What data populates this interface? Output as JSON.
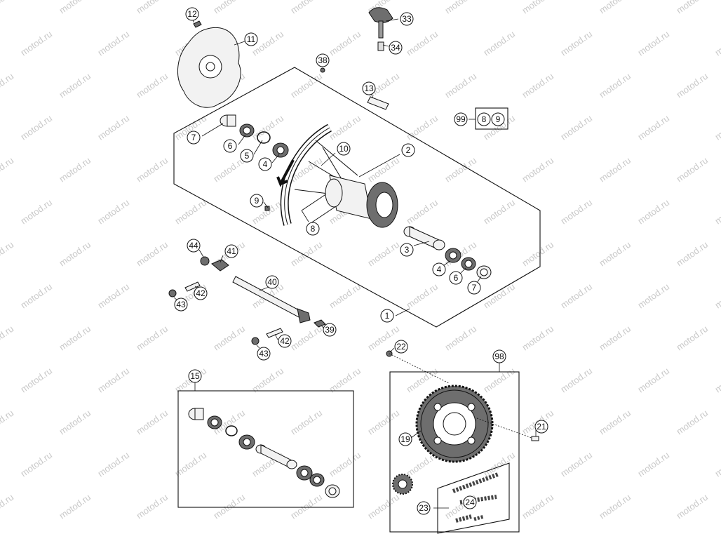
{
  "watermark": {
    "text": "motod.ru",
    "color": "#c9c9c9"
  },
  "callouts": [
    {
      "id": "c12",
      "label": "12"
    },
    {
      "id": "c11",
      "label": "11"
    },
    {
      "id": "c33",
      "label": "33"
    },
    {
      "id": "c34",
      "label": "34"
    },
    {
      "id": "c38",
      "label": "38"
    },
    {
      "id": "c13",
      "label": "13"
    },
    {
      "id": "c99",
      "label": "99"
    },
    {
      "id": "c8top",
      "label": "8"
    },
    {
      "id": "c9top",
      "label": "9"
    },
    {
      "id": "c7a",
      "label": "7"
    },
    {
      "id": "c6a",
      "label": "6"
    },
    {
      "id": "c5",
      "label": "5"
    },
    {
      "id": "c4a",
      "label": "4"
    },
    {
      "id": "c10",
      "label": "10"
    },
    {
      "id": "c2",
      "label": "2"
    },
    {
      "id": "c9",
      "label": "9"
    },
    {
      "id": "c8",
      "label": "8"
    },
    {
      "id": "c3",
      "label": "3"
    },
    {
      "id": "c4b",
      "label": "4"
    },
    {
      "id": "c6b",
      "label": "6"
    },
    {
      "id": "c7b",
      "label": "7"
    },
    {
      "id": "c1",
      "label": "1"
    },
    {
      "id": "c44",
      "label": "44"
    },
    {
      "id": "c41",
      "label": "41"
    },
    {
      "id": "c42a",
      "label": "42"
    },
    {
      "id": "c43a",
      "label": "43"
    },
    {
      "id": "c40",
      "label": "40"
    },
    {
      "id": "c39",
      "label": "39"
    },
    {
      "id": "c42b",
      "label": "42"
    },
    {
      "id": "c43b",
      "label": "43"
    },
    {
      "id": "c22",
      "label": "22"
    },
    {
      "id": "c98",
      "label": "98"
    },
    {
      "id": "c15",
      "label": "15"
    },
    {
      "id": "c19",
      "label": "19"
    },
    {
      "id": "c21",
      "label": "21"
    },
    {
      "id": "c24",
      "label": "24"
    },
    {
      "id": "c23",
      "label": "23"
    }
  ]
}
